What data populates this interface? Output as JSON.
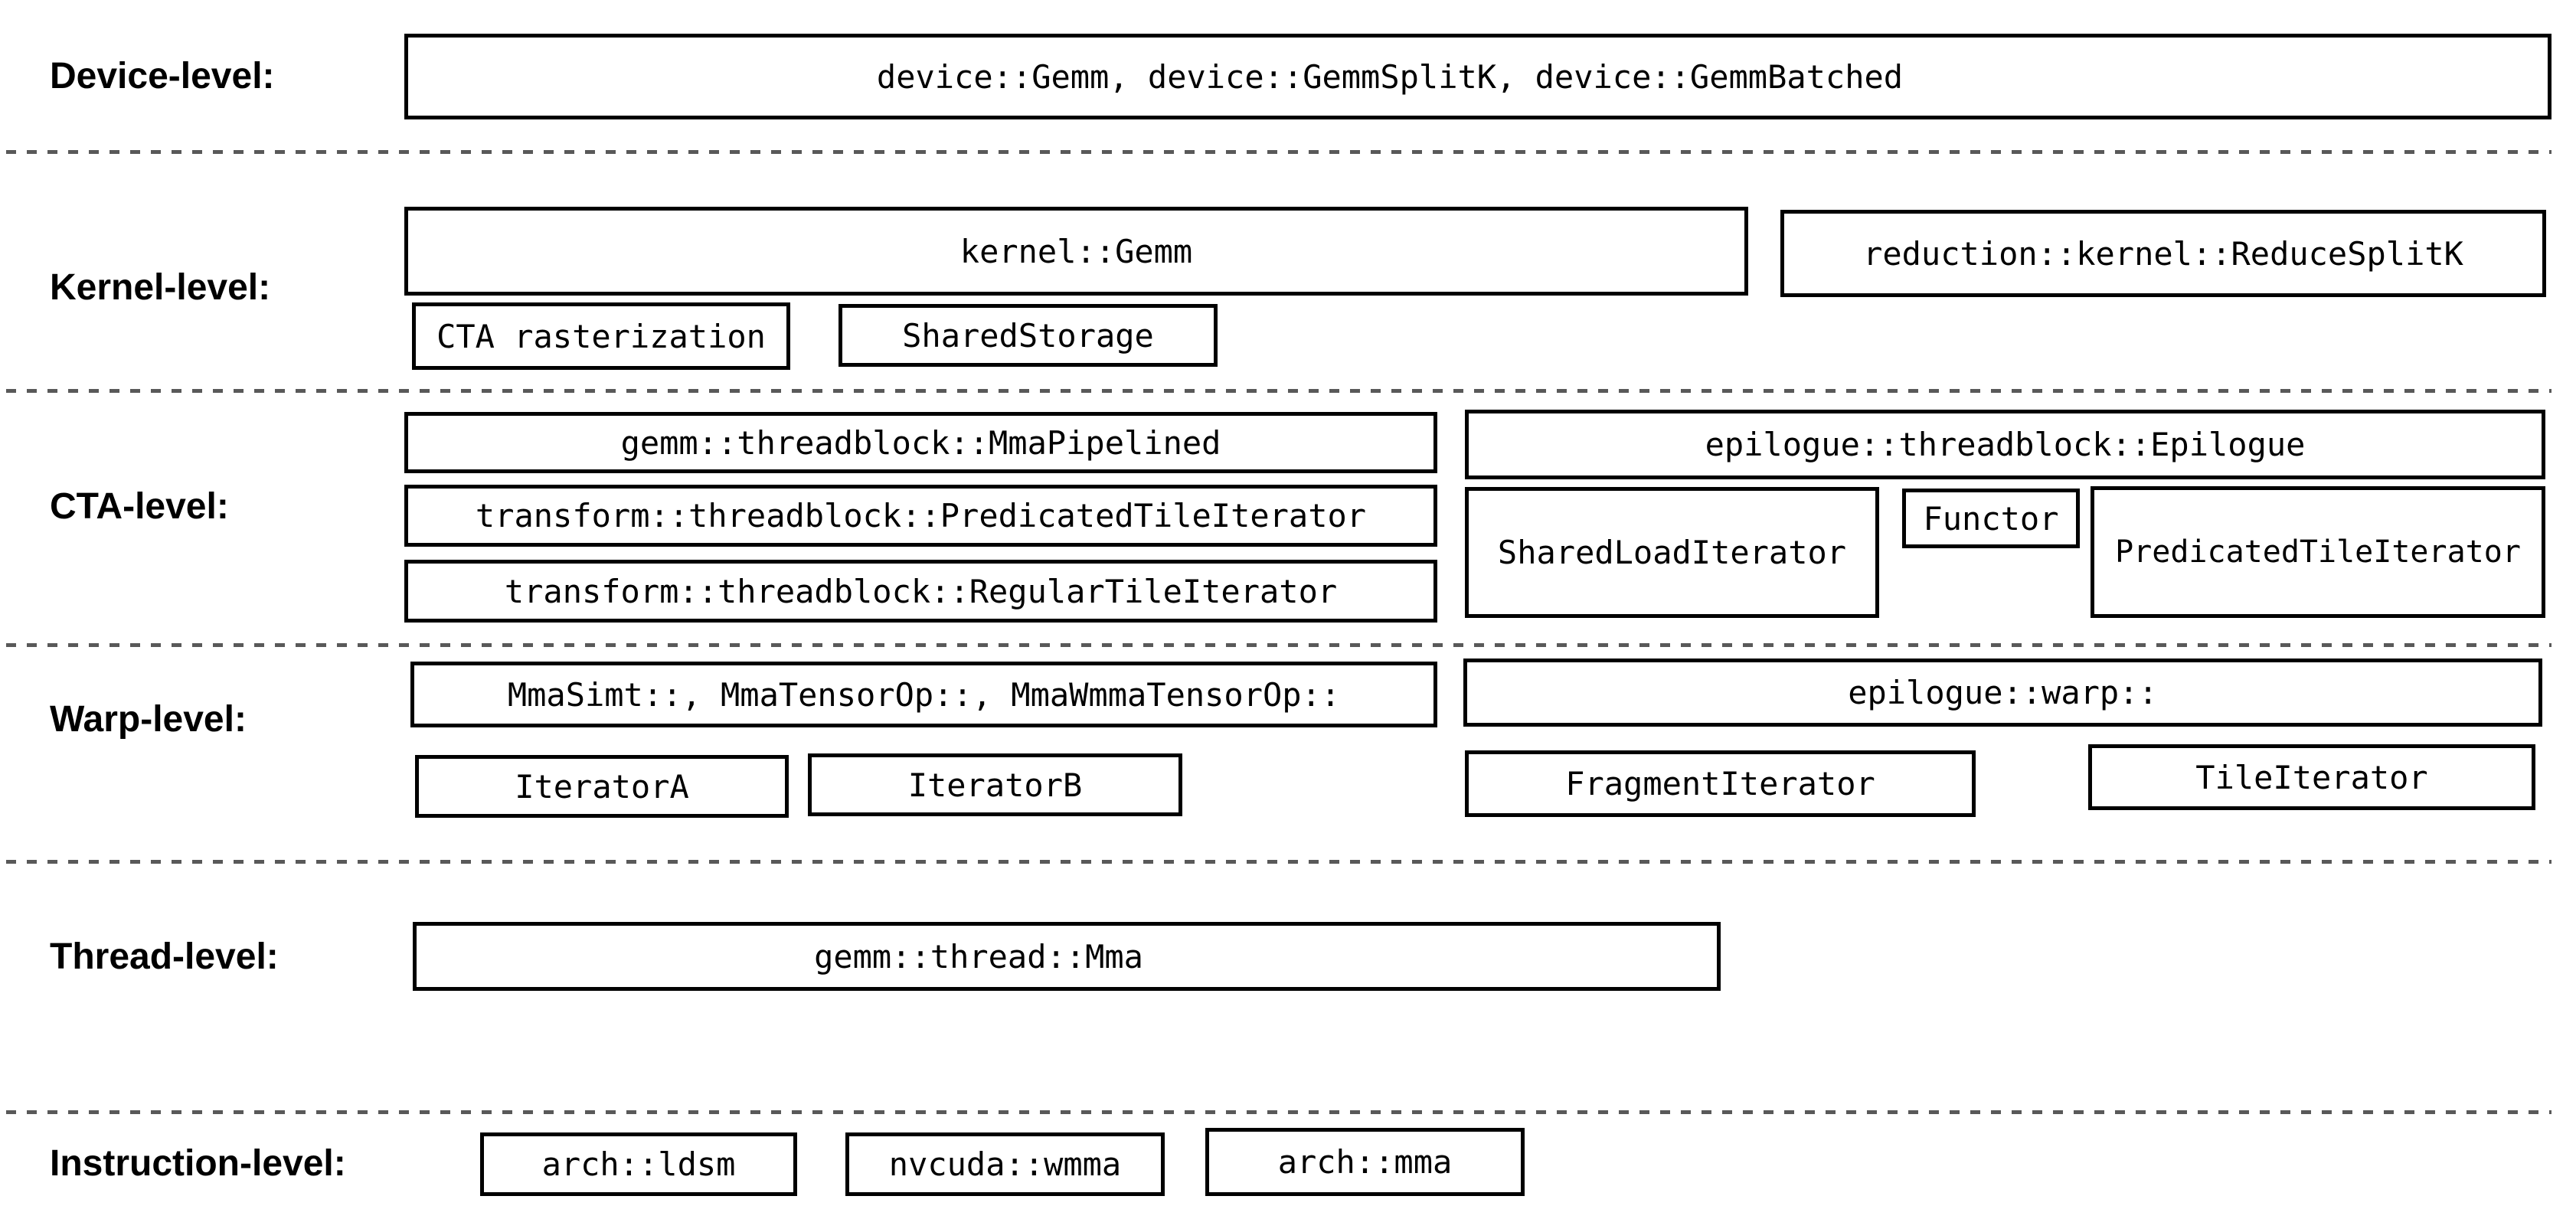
{
  "labels": {
    "device": "Device-level:",
    "kernel": "Kernel-level:",
    "cta": "CTA-level:",
    "warp": "Warp-level:",
    "thread": "Thread-level:",
    "instruction": "Instruction-level:"
  },
  "boxes": {
    "device_gemm": "device::Gemm, device::GemmSplitK, device::GemmBatched",
    "kernel_gemm": "kernel::Gemm",
    "reduce_splitk": "reduction::kernel::ReduceSplitK",
    "cta_rasterization": "CTA rasterization",
    "shared_storage": "SharedStorage",
    "mma_pipelined": "gemm::threadblock::MmaPipelined",
    "predicated_tile_iterator_cta": "transform::threadblock::PredicatedTileIterator",
    "regular_tile_iterator": "transform::threadblock::RegularTileIterator",
    "epilogue": "epilogue::threadblock::Epilogue",
    "shared_load_iterator": "SharedLoadIterator",
    "functor": "Functor",
    "predicated_tile_iterator_epilogue": "PredicatedTileIterator",
    "mma_warp": "MmaSimt::, MmaTensorOp::, MmaWmmaTensorOp::",
    "iterator_a": "IteratorA",
    "iterator_b": "IteratorB",
    "epilogue_warp": "epilogue::warp::",
    "fragment_iterator": "FragmentIterator",
    "tile_iterator": "TileIterator",
    "gemm_thread_mma": "gemm::thread::Mma",
    "arch_ldsm": "arch::ldsm",
    "nvcuda_wmma": "nvcuda::wmma",
    "arch_mma": "arch::mma"
  },
  "colors": {
    "background": "#ffffff",
    "box_border": "#000000",
    "text": "#000000",
    "separator": "#595959"
  }
}
